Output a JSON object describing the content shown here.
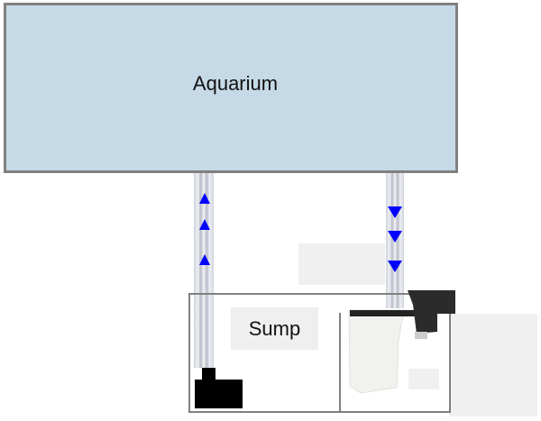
{
  "labels": {
    "aquarium": "Aquarium",
    "sump": "Sump"
  },
  "colors": {
    "water": "#c6d9e6",
    "border": "#808080",
    "arrow": "#0000ff",
    "pump": "#000000"
  },
  "flow": {
    "return_direction": "up",
    "drain_direction": "down"
  }
}
